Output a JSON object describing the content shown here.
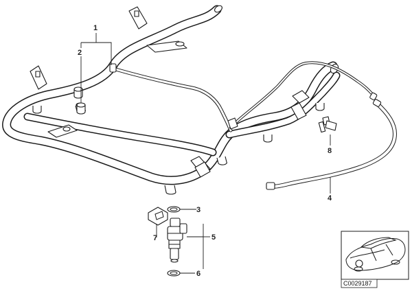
{
  "callouts": {
    "c1": "1",
    "c2": "2",
    "c3": "3",
    "c4": "4",
    "c5": "5",
    "c6": "6",
    "c7": "7",
    "c8": "8"
  },
  "diagram_code": "C0029187"
}
